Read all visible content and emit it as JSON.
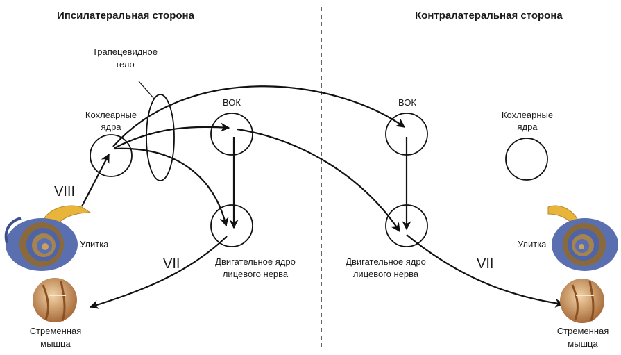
{
  "headers": {
    "ipsilateral": "Ипсилатеральная сторона",
    "contralateral": "Контралатеральная сторона"
  },
  "labels": {
    "trapezoid_line1": "Трапецевидное",
    "trapezoid_line2": "тело",
    "cochlear_left_line1": "Кохлеарные",
    "cochlear_left_line2": "ядра",
    "cochlear_right_line1": "Кохлеарные",
    "cochlear_right_line2": "ядра",
    "vok_left": "ВОК",
    "vok_right": "ВОК",
    "motor_left_line1": "Двигательное ядро",
    "motor_left_line2": "лицевого нерва",
    "motor_right_line1": "Двигательное ядро",
    "motor_right_line2": "лицевого нерва",
    "cochlea_left": "Улитка",
    "cochlea_right": "Улитка",
    "stapedius_left_line1": "Стременная",
    "stapedius_left_line2": "мышца",
    "stapedius_right_line1": "Стременная",
    "stapedius_right_line2": "мышца",
    "nerve_viii": "VIII",
    "nerve_vii_left": "VII",
    "nerve_vii_right": "VII"
  },
  "icons": {
    "cochlea": "cochlea-icon",
    "stapedius": "stapedius-muscle-icon"
  },
  "colors": {
    "cochlea_blue": "#5a6fb0",
    "cochlea_brown": "#8a6a3c",
    "nerve_gold": "#e8b53a",
    "muscle_tan": "#c98a4e"
  }
}
